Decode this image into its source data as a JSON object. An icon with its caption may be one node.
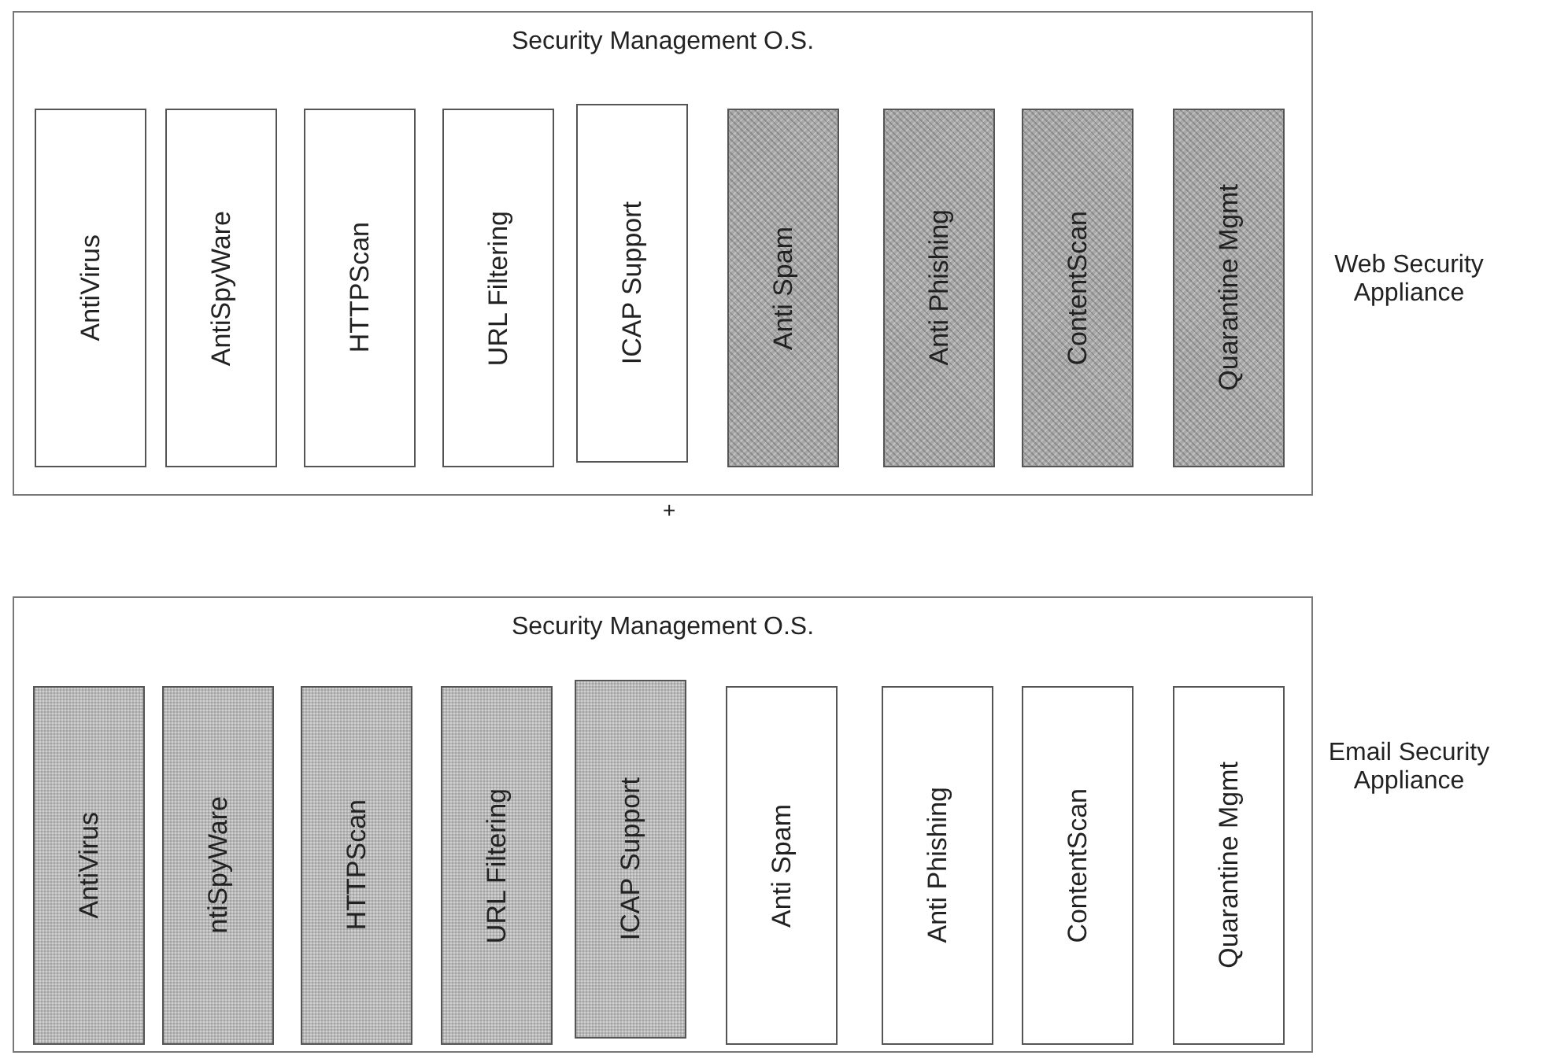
{
  "diagram": {
    "nodes": [
      {
        "text": [
          "Security Management O.S."
        ],
        "beside": [
          "Web Security Appliance"
        ]
      },
      {
        "text": [
          "AntiVirus"
        ],
        "in": 0
      },
      {
        "text": [
          "AntiSpyWare"
        ],
        "in": 0
      },
      {
        "text": [
          "HTTPScan"
        ],
        "in": 0
      },
      {
        "text": [
          "URL Filtering"
        ],
        "in": 0
      },
      {
        "text": [
          "ICAP Support"
        ],
        "in": 0
      },
      {
        "text": [
          "Anti Spam"
        ],
        "in": 0
      },
      {
        "text": [
          "Anti Phishing"
        ],
        "in": 0
      },
      {
        "text": [
          "ContentScan"
        ],
        "in": 0
      },
      {
        "text": [
          "Quarantine Mgmt"
        ],
        "in": 0
      },
      {
        "text": [
          "Security Management O.S."
        ],
        "beside": [
          "Email Security Appliance"
        ]
      },
      {
        "text": [
          "AntiVirus"
        ],
        "in": 10
      },
      {
        "text": [
          "ntiSpyWare"
        ],
        "in": 10
      },
      {
        "text": [
          "HTTPScan"
        ],
        "in": 10
      },
      {
        "text": [
          "URL Filtering"
        ],
        "in": 10
      },
      {
        "text": [
          "ICAP Support"
        ],
        "in": 10
      },
      {
        "text": [
          "Anti Spam"
        ],
        "in": 10
      },
      {
        "text": [
          "Anti Phishing"
        ],
        "in": 10
      },
      {
        "text": [
          "ContentScan"
        ],
        "in": 10
      },
      {
        "text": [
          "Quarantine Mgmt"
        ],
        "in": 10
      }
    ],
    "edges": [],
    "labels": [
      "+"
    ]
  }
}
